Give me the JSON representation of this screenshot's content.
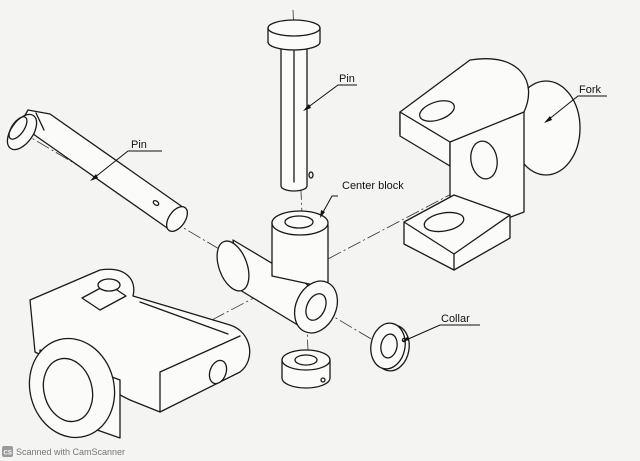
{
  "labels": {
    "pin_top": "Pin",
    "pin_left": "Pin",
    "center_block": "Center block",
    "fork": "Fork",
    "collar": "Collar"
  },
  "footer": {
    "scanner_text": "Scanned with CamScanner",
    "scanner_badge": "CS"
  },
  "colors": {
    "line": "#1a1a1a",
    "paper": "#f4f4f2"
  }
}
